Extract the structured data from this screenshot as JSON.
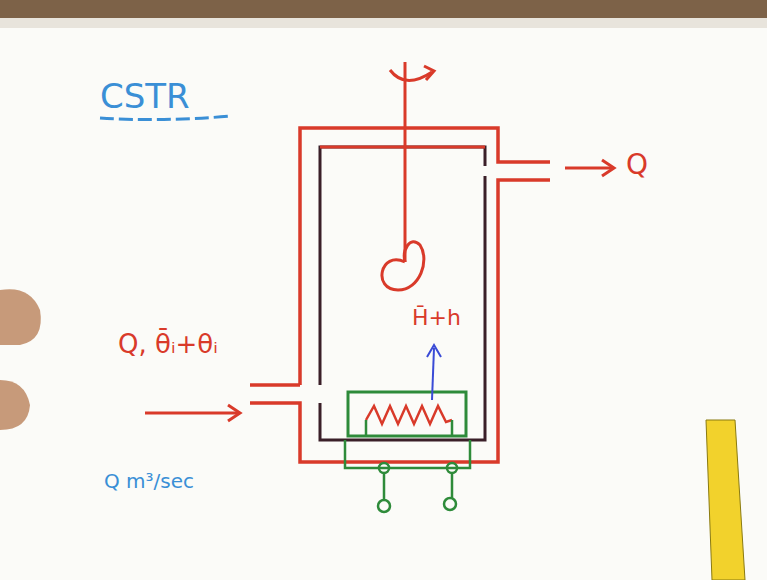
{
  "diagram": {
    "title": "CSTR",
    "labels": [
      "Q",
      "Q, θ̄ᵢ+θᵢ",
      "H̄+h",
      "Q m³/sec"
    ]
  }
}
